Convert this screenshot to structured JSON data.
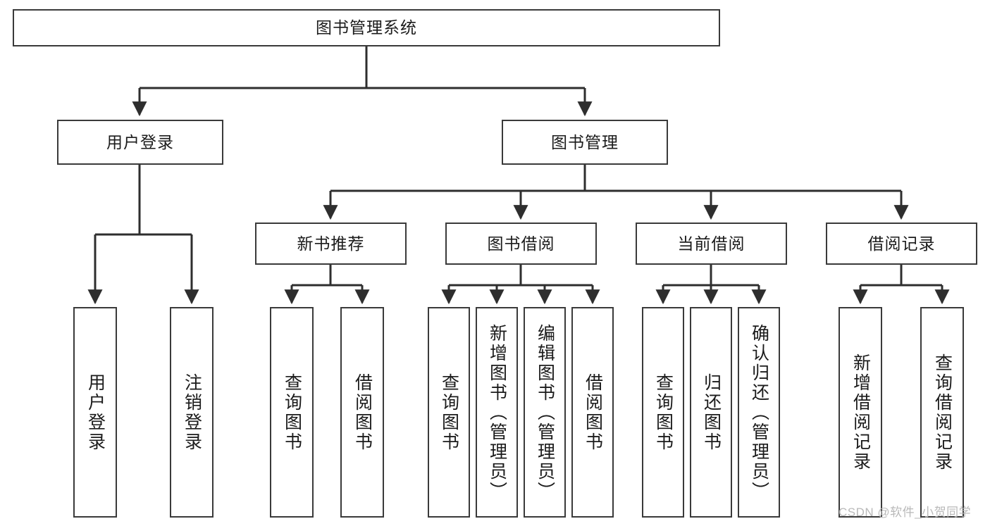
{
  "diagram": {
    "title": "图书管理系统",
    "type": "功能结构图",
    "watermark": "CSDN @软件_小贺同学",
    "colors": {
      "stroke": "#3a3a3a",
      "text": "#1b1b1b",
      "background": "#ffffff",
      "watermark": "#b9b9b9"
    }
  },
  "nodes": {
    "root": {
      "label": "图书管理系统",
      "level": 1
    },
    "level2": [
      {
        "id": "user-login",
        "label": "用户登录"
      },
      {
        "id": "book-manage",
        "label": "图书管理"
      }
    ],
    "level3": [
      {
        "id": "new-book-recommend",
        "label": "新书推荐"
      },
      {
        "id": "book-borrow",
        "label": "图书借阅"
      },
      {
        "id": "current-borrow",
        "label": "当前借阅"
      },
      {
        "id": "borrow-record",
        "label": "借阅记录"
      }
    ],
    "leaves": {
      "user-login": [
        {
          "id": "leaf-user-login",
          "label": "用户登录"
        },
        {
          "id": "leaf-logout-login",
          "label": "注销登录"
        }
      ],
      "new-book-recommend": [
        {
          "id": "leaf-query-book-1",
          "label": "查询图书"
        },
        {
          "id": "leaf-borrow-book-1",
          "label": "借阅图书"
        }
      ],
      "book-borrow": [
        {
          "id": "leaf-query-book-2",
          "label": "查询图书"
        },
        {
          "id": "leaf-add-book",
          "label": "新增图书（管理员）"
        },
        {
          "id": "leaf-edit-book",
          "label": "编辑图书（管理员）"
        },
        {
          "id": "leaf-borrow-book-2",
          "label": "借阅图书"
        }
      ],
      "current-borrow": [
        {
          "id": "leaf-query-book-3",
          "label": "查询图书"
        },
        {
          "id": "leaf-return-book",
          "label": "归还图书"
        },
        {
          "id": "leaf-confirm-return",
          "label": "确认归还（管理员）"
        }
      ],
      "borrow-record": [
        {
          "id": "leaf-add-record",
          "label": "新增借阅记录"
        },
        {
          "id": "leaf-query-record",
          "label": "查询借阅记录"
        }
      ]
    }
  }
}
